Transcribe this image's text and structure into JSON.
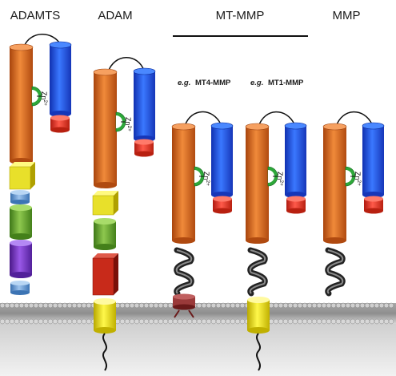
{
  "titles": {
    "adamts": "ADAMTS",
    "adam": "ADAM",
    "mt_mmp": "MT-MMP",
    "mmp": "MMP"
  },
  "subtitles": {
    "eg": "e.g.",
    "mt4_name": "MT4-MMP",
    "mt1_name": "MT1-MMP"
  },
  "zinc_label": "Zn2+",
  "colors": {
    "catalytic": "#e06a1a",
    "hemopexin": "#2050e6",
    "propeptide": "#e83a2a",
    "zinc_site": "#2ea83a",
    "disintegrin_box": "#e8e02a",
    "cys_rich": "#6aa838",
    "spacer": "#7a30c8",
    "tsp": "#6aa0d8",
    "egf_box": "#c82a1a",
    "transmembrane": "#f0e020",
    "membrane_top": "#bdbdbd",
    "linker": "#222222",
    "gpi_anchor": "#9a3a3a"
  },
  "icons": {
    "zinc": "zinc-binding-site-icon",
    "linker": "flexible-hinge-icon",
    "tail": "cytoplasmic-tail-icon"
  }
}
